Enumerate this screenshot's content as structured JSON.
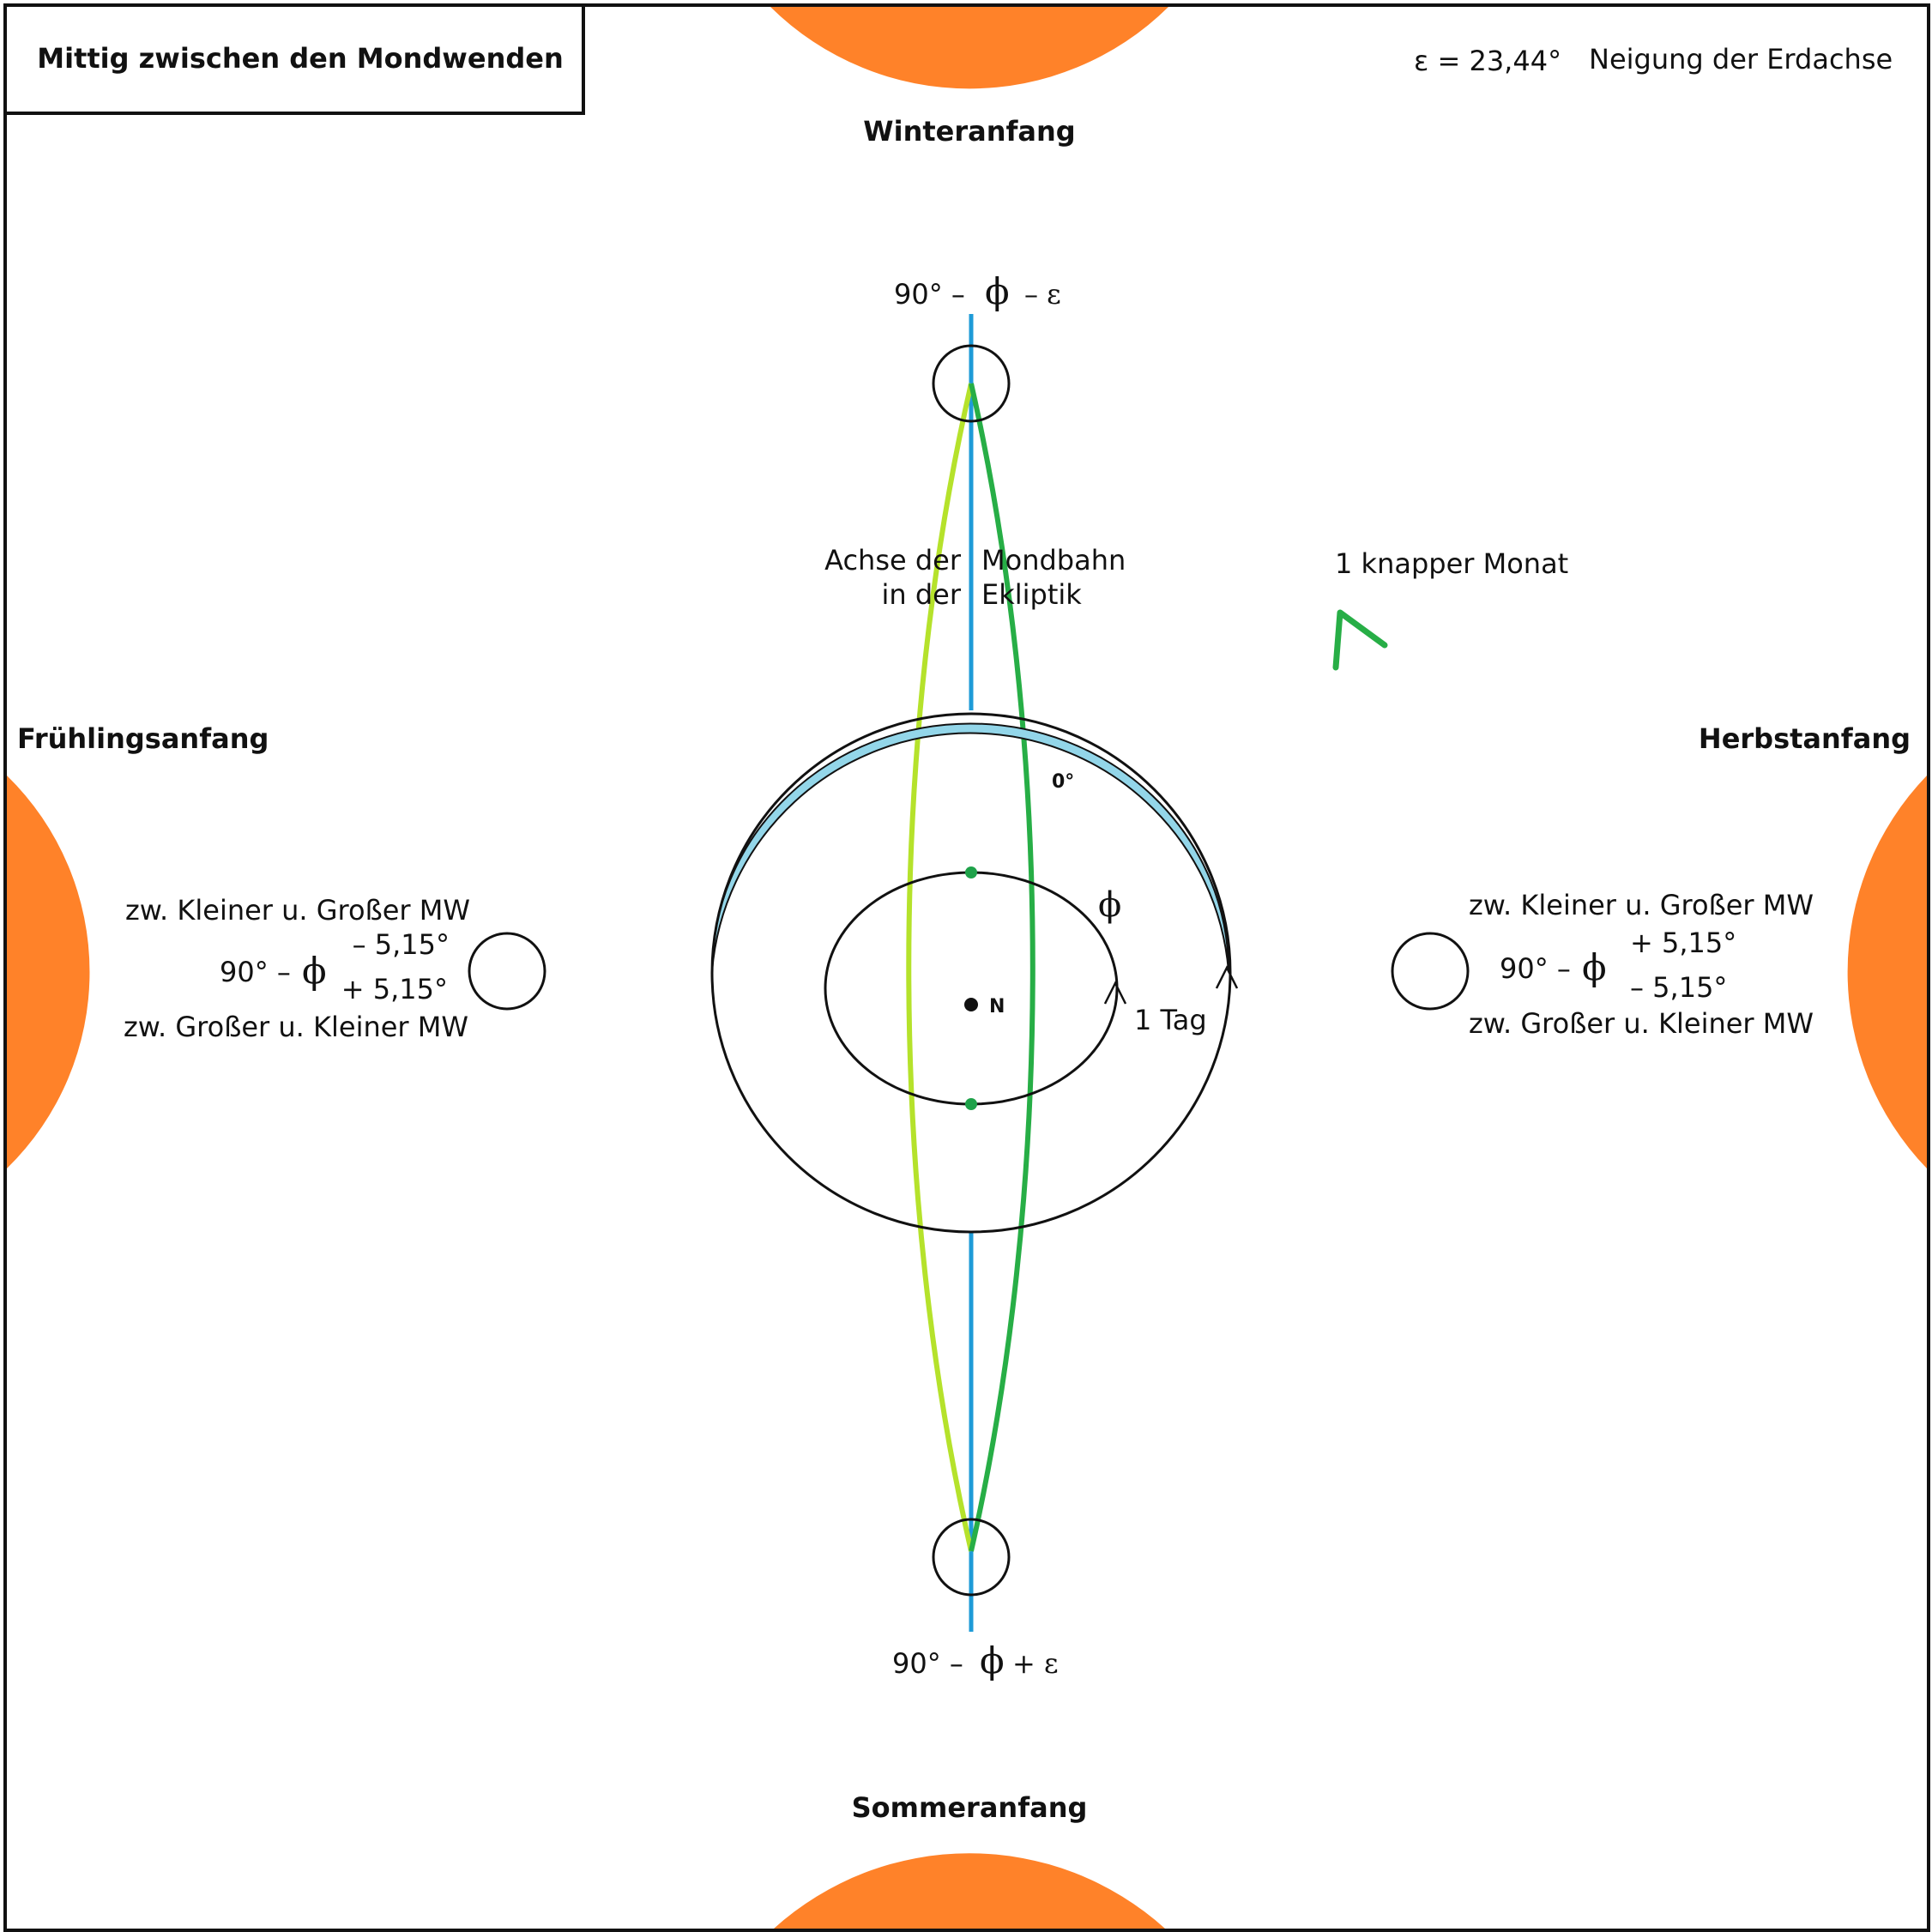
{
  "title": "Mittig zwischen den Mondwenden",
  "epsilon_note": {
    "symbol_eq": "ε = 23,44°",
    "text": "Neigung der Erdachse"
  },
  "seasons": {
    "top": "Winteranfang",
    "bottom": "Sommeranfang",
    "left": "Frühlingsanfang",
    "right": "Herbstanfang"
  },
  "top_formula": {
    "a": "90° –",
    "phi": "ϕ",
    "b": "– ε"
  },
  "bottom_formula": {
    "a": "90° –",
    "phi": "ϕ",
    "b": "+ ε"
  },
  "axis_label": {
    "l1a": "Achse der",
    "l1b": "Mondbahn",
    "l2a": "in der",
    "l2b": "Ekliptik"
  },
  "month_label": "1 knapper Monat",
  "day_label": "1 Tag",
  "zero_deg": "0°",
  "phi_label": "ϕ",
  "center_label": "N",
  "left_block": {
    "top": "zw. Kleiner u. Großer MW",
    "minus": "– 5,15°",
    "base": "90° –",
    "phi": "ϕ",
    "plus": "+ 5,15°",
    "bottom": "zw. Großer u. Kleiner MW"
  },
  "right_block": {
    "top": "zw. Kleiner u. Großer MW",
    "plus": "+ 5,15°",
    "base": "90° –",
    "phi": "ϕ",
    "minus": "– 5,15°",
    "bottom": "zw. Großer u. Kleiner MW"
  },
  "colors": {
    "sun": "#FF8229",
    "orbit_left": "#B5E22B",
    "orbit_right": "#27AE46",
    "axis": "#1E9BD7",
    "sky_band": "#93D6E9",
    "dot_green": "#1FA24A",
    "stroke": "#111111"
  }
}
